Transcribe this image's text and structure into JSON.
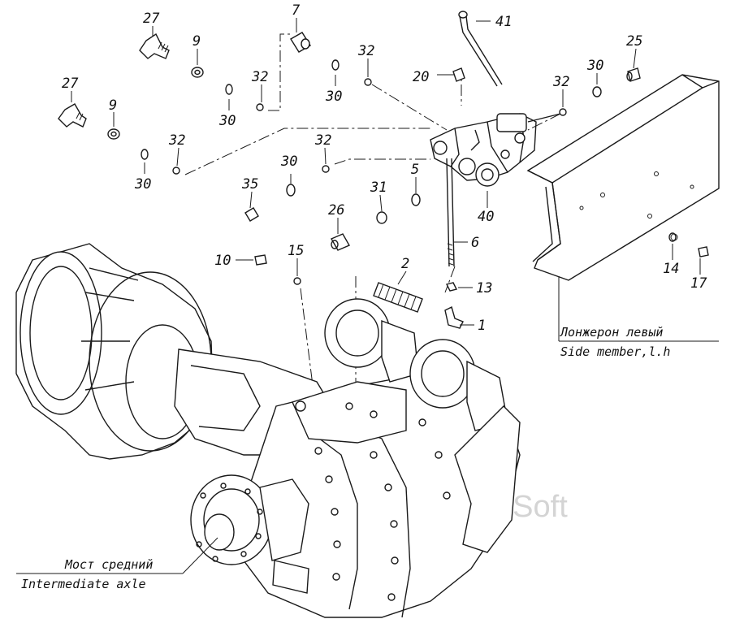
{
  "watermark": "AutoSoft",
  "callouts": {
    "side_member_ru": "Лонжерон левый",
    "side_member_en": "Side member,l.h",
    "axle_ru": "Мост средний",
    "axle_en": "Intermediate axle"
  },
  "part_labels": {
    "p27a": "27",
    "p27b": "27",
    "p9a": "9",
    "p9b": "9",
    "p7": "7",
    "p32a": "32",
    "p32b": "32",
    "p32c": "32",
    "p32d": "32",
    "p32e": "32",
    "p30a": "30",
    "p30b": "30",
    "p30c": "30",
    "p30d": "30",
    "p30e": "30",
    "p20": "20",
    "p41": "41",
    "p25": "25",
    "p35": "35",
    "p26": "26",
    "p31": "31",
    "p5": "5",
    "p40": "40",
    "p6": "6",
    "p10": "10",
    "p15": "15",
    "p2": "2",
    "p13": "13",
    "p1": "1",
    "p14": "14",
    "p17": "17"
  }
}
